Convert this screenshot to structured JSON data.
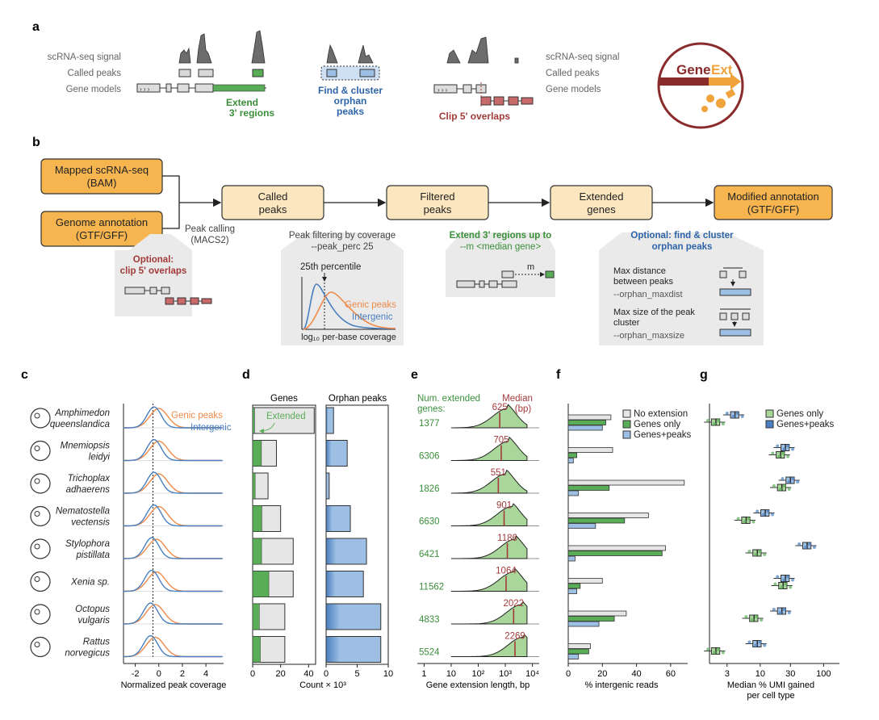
{
  "panels": {
    "a": "a",
    "b": "b",
    "c": "c",
    "d": "d",
    "e": "e",
    "f": "f",
    "g": "g"
  },
  "a": {
    "track_labels": [
      "scRNA-seq signal",
      "Called peaks",
      "Gene models"
    ],
    "extend": [
      "Extend",
      "3' regions"
    ],
    "find": [
      "Find & cluster",
      "orphan",
      "peaks"
    ],
    "clip": "Clip 5' overlaps",
    "logo_gene": "Gene",
    "logo_ext": "Ext"
  },
  "b": {
    "mapped": [
      "Mapped scRNA-seq",
      "(BAM)"
    ],
    "genome": [
      "Genome annotation",
      "(GTF/GFF)"
    ],
    "called": [
      "Called",
      "peaks"
    ],
    "filtered": [
      "Filtered",
      "peaks"
    ],
    "extended": [
      "Extended",
      "genes"
    ],
    "modified": [
      "Modified annotation",
      "(GTF/GFF)"
    ],
    "peak_calling": [
      "Peak calling",
      "(MACS2)"
    ],
    "optional_clip": [
      "Optional:",
      "clip 5' overlaps"
    ],
    "filter_title": [
      "Peak filtering by coverage",
      "--peak_perc 25"
    ],
    "percentile": "25th percentile",
    "genic": "Genic peaks",
    "intergenic": "Intergenic",
    "coverage_axis": "log₁₀ per-base coverage",
    "extend_title": [
      "Extend 3' regions up to",
      "--m <median gene>"
    ],
    "m": "m",
    "orphan_title": [
      "Optional: find & cluster",
      "orphan peaks"
    ],
    "maxdist": [
      "Max distance",
      "between peaks",
      "--orphan_maxdist"
    ],
    "maxsize": [
      "Max size of the peak",
      "cluster",
      "--orphan_maxsize"
    ]
  },
  "species": [
    [
      "Amphimedon",
      "queenslandica"
    ],
    [
      "Mnemiopsis",
      "leidyi"
    ],
    [
      "Trichoplax",
      "adhaerens"
    ],
    [
      "Nematostella",
      "vectensis"
    ],
    [
      "Stylophora",
      "pistillata"
    ],
    [
      "Xenia sp."
    ],
    [
      "Octopus",
      "vulgaris"
    ],
    [
      "Rattus",
      "norvegicus"
    ]
  ],
  "c": {
    "genic": "Genic peaks",
    "intergenic": "Intergenic",
    "xlabel": "Normalized peak coverage",
    "ticks": [
      "-2",
      "0",
      "2",
      "4"
    ]
  },
  "d": {
    "genes": "Genes",
    "orphan": "Orphan peaks",
    "extended": "Extended",
    "xlabel": "Count × 10³",
    "genes_ticks": [
      "0",
      "20",
      "40"
    ],
    "orphan_ticks": [
      "0",
      "5",
      "10"
    ]
  },
  "e": {
    "num_title": [
      "Num. extended",
      "genes:"
    ],
    "median_title": [
      "Median",
      "(bp)"
    ],
    "xlabel": "Gene extension length, bp",
    "ticks": [
      "1",
      "10",
      "10²",
      "10³",
      "10⁴"
    ]
  },
  "f": {
    "legend": [
      "No extension",
      "Genes only",
      "Genes+peaks"
    ],
    "xlabel": "% intergenic reads",
    "ticks": [
      "0",
      "20",
      "40",
      "60"
    ]
  },
  "g": {
    "legend": [
      "Genes only",
      "Genes+peaks"
    ],
    "xlabel": [
      "Median % UMI gained",
      "per cell type"
    ],
    "ticks": [
      "3",
      "10",
      "30",
      "100"
    ]
  },
  "colors": {
    "orange": "#f7b550",
    "cream": "#fbe6bf",
    "green": "#5aad57",
    "lightgreen": "#a9d69a",
    "blue": "#4a7fbf",
    "lightblue": "#9dbfe3",
    "red": "#a33a3a",
    "gray": "#6c6c6c",
    "lightgray": "#e6e6e6",
    "orangeline": "#ee8a4a"
  },
  "chart_data": [
    {
      "type": "bar",
      "panel": "d-genes",
      "categories": [
        "Amphimedon queenslandica",
        "Mnemiopsis leidyi",
        "Trichoplax adhaerens",
        "Nematostella vectensis",
        "Stylophora pistillata",
        "Xenia sp.",
        "Octopus vulgaris",
        "Rattus norvegicus"
      ],
      "series": [
        {
          "name": "Extended",
          "values": [
            1.4,
            6.3,
            1.8,
            6.6,
            6.4,
            11.6,
            4.8,
            5.5
          ]
        },
        {
          "values": [
            44,
            17,
            11,
            20,
            29,
            29,
            23,
            23
          ]
        }
      ],
      "xlim": [
        0,
        45
      ]
    },
    {
      "type": "bar",
      "panel": "d-orphan",
      "categories": [
        "Amphimedon queenslandica",
        "Mnemiopsis leidyi",
        "Trichoplax adhaerens",
        "Nematostella vectensis",
        "Stylophora pistillata",
        "Xenia sp.",
        "Octopus vulgaris",
        "Rattus norvegicus"
      ],
      "values": [
        1.2,
        3.4,
        0.5,
        3.9,
        6.5,
        6.0,
        8.8,
        8.8
      ],
      "xlim": [
        0,
        10
      ]
    },
    {
      "type": "area",
      "panel": "e",
      "categories": [
        "Amphimedon queenslandica",
        "Mnemiopsis leidyi",
        "Trichoplax adhaerens",
        "Nematostella vectensis",
        "Stylophora pistillata",
        "Xenia sp.",
        "Octopus vulgaris",
        "Rattus norvegicus"
      ],
      "num_extended": [
        "1377",
        "6306",
        "1826",
        "6630",
        "6421",
        "11562",
        "4833",
        "5524"
      ],
      "median_bp": [
        "625",
        "705",
        "551",
        "901",
        "1186",
        "1064",
        "2022",
        "2269"
      ],
      "median_values": [
        625,
        705,
        551,
        901,
        1186,
        1064,
        2022,
        2269
      ]
    },
    {
      "type": "bar",
      "panel": "f",
      "categories": [
        "Amphimedon queenslandica",
        "Mnemiopsis leidyi",
        "Trichoplax adhaerens",
        "Nematostella vectensis",
        "Stylophora pistillata",
        "Xenia sp.",
        "Octopus vulgaris",
        "Rattus norvegicus"
      ],
      "series": [
        {
          "name": "No extension",
          "values": [
            25,
            26,
            68,
            47,
            57,
            20,
            34,
            13
          ]
        },
        {
          "name": "Genes only",
          "values": [
            22,
            5,
            24,
            33,
            55,
            7,
            27,
            12
          ]
        },
        {
          "name": "Genes+peaks",
          "values": [
            20,
            3,
            6,
            16,
            4,
            5,
            18,
            6
          ]
        }
      ],
      "xlim": [
        0,
        70
      ]
    },
    {
      "type": "scatter",
      "panel": "g",
      "categories": [
        "Amphimedon queenslandica",
        "Mnemiopsis leidyi",
        "Trichoplax adhaerens",
        "Nematostella vectensis",
        "Stylophora pistillata",
        "Xenia sp.",
        "Octopus vulgaris",
        "Rattus norvegicus"
      ],
      "series": [
        {
          "name": "Genes only",
          "values": [
            2,
            21,
            22,
            6,
            9,
            23,
            8,
            2
          ]
        },
        {
          "name": "Genes+peaks",
          "values": [
            4,
            25,
            30,
            12,
            55,
            25,
            22,
            9
          ]
        }
      ],
      "xscale": "log"
    }
  ]
}
